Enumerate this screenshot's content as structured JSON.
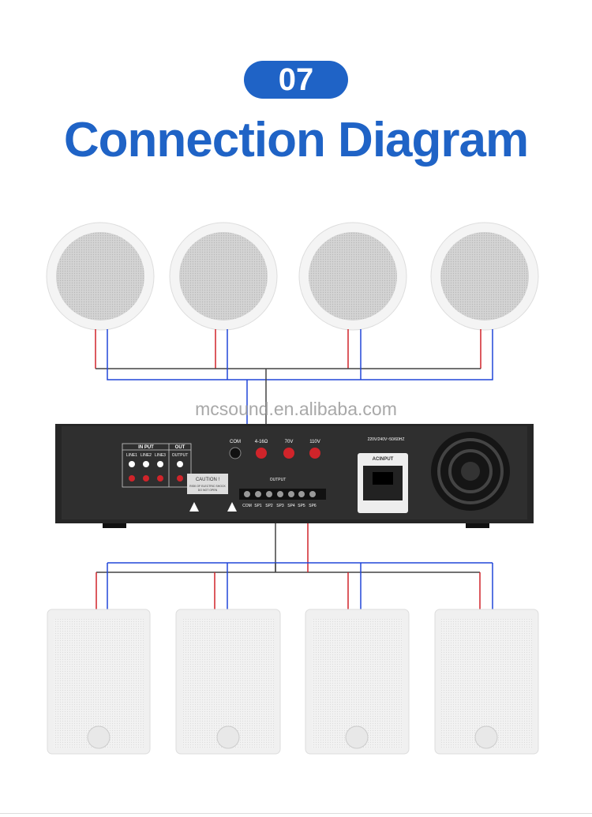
{
  "header": {
    "step_number": "07",
    "title": "Connection Diagram"
  },
  "watermark": "mcsound.en.alibaba.com",
  "amplifier": {
    "input_label": "IN PUT",
    "out_label": "OUT",
    "input_channels": [
      "LINE1",
      "LINE2",
      "LINE3"
    ],
    "output_channel": "OUTPUT",
    "speaker_terminals": [
      "COM",
      "4-16Ω",
      "70V",
      "110V"
    ],
    "caution_title": "CAUTION !",
    "caution_text": [
      "RISK OF ELECTRIC SHOCK",
      "DO NOT OPEN"
    ],
    "output_label": "OUTPUT",
    "output_terminals": [
      "COM",
      "SP1",
      "SP2",
      "SP3",
      "SP4",
      "SP5",
      "SP6"
    ],
    "power_spec": "220V/240V~50/60HZ",
    "ac_input_label": "ACINPUT"
  },
  "colors": {
    "accent": "#1f63c6",
    "wire_red": "#d0242a",
    "wire_blue": "#2146d8",
    "wire_gray": "#444444"
  }
}
